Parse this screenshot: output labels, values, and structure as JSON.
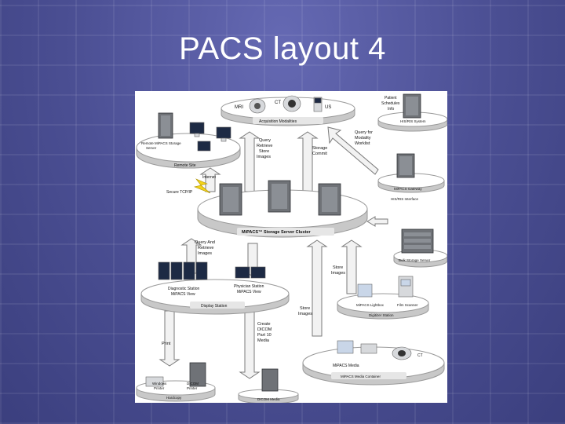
{
  "slide": {
    "title": "PACS layout 4"
  },
  "diagram": {
    "labels": {
      "mri": "MRI",
      "ct_top": "CT",
      "us": "US",
      "acq": "Acquisition Modalities",
      "patient1": "Patient",
      "patient2": "Schedules",
      "patient3": "Info",
      "his": "HIS/RIS System",
      "remote_server1": "Remote MiPACS Storage",
      "remote_server2": "Server",
      "remote_site": "Remote Site",
      "qrs1": "Query",
      "qrs2": "Retrieve",
      "qrs3": "Store",
      "qrs4": "Images",
      "sc1": "Storage",
      "sc2": "Commit",
      "qmw1": "Query for",
      "qmw2": "Modality",
      "qmw3": "Worklist",
      "gateway": "MiPACS Gateway",
      "hisris_iface": "HIS/RIS Interface",
      "internet": "Internet",
      "secure": "Secure TCP/IP",
      "cluster": "MiPACS™ Storage Server Cluster",
      "bulk": "Bulk Storage Server",
      "qar1": "Query And",
      "qar2": "Retrieve",
      "qar3": "Images",
      "diag": "Diagnostic Station",
      "phys1": "Physician Station",
      "phys2": "MiPACS View",
      "view": "MiPACS View",
      "display": "Display Station",
      "si1": "Store",
      "si2": "Images",
      "lightbox": "MiPACS Lightbox",
      "film": "Film Scanner",
      "digitizer": "Digitizer Station",
      "st1": "Store",
      "st2": "Images",
      "print": "Print",
      "cd1": "Create",
      "cd2": "DICOM",
      "cd3": "Part 10",
      "cd4": "Media",
      "ct_media": "CT",
      "media": "MiPACS Media",
      "media_container": "MiPACS Media Container",
      "windows1": "Windows",
      "windows2": "Printer",
      "dicomp1": "DICOM",
      "dicomp2": "Printer",
      "hardcopy": "Hardcopy",
      "dicom_media": "DICOM Media"
    }
  }
}
